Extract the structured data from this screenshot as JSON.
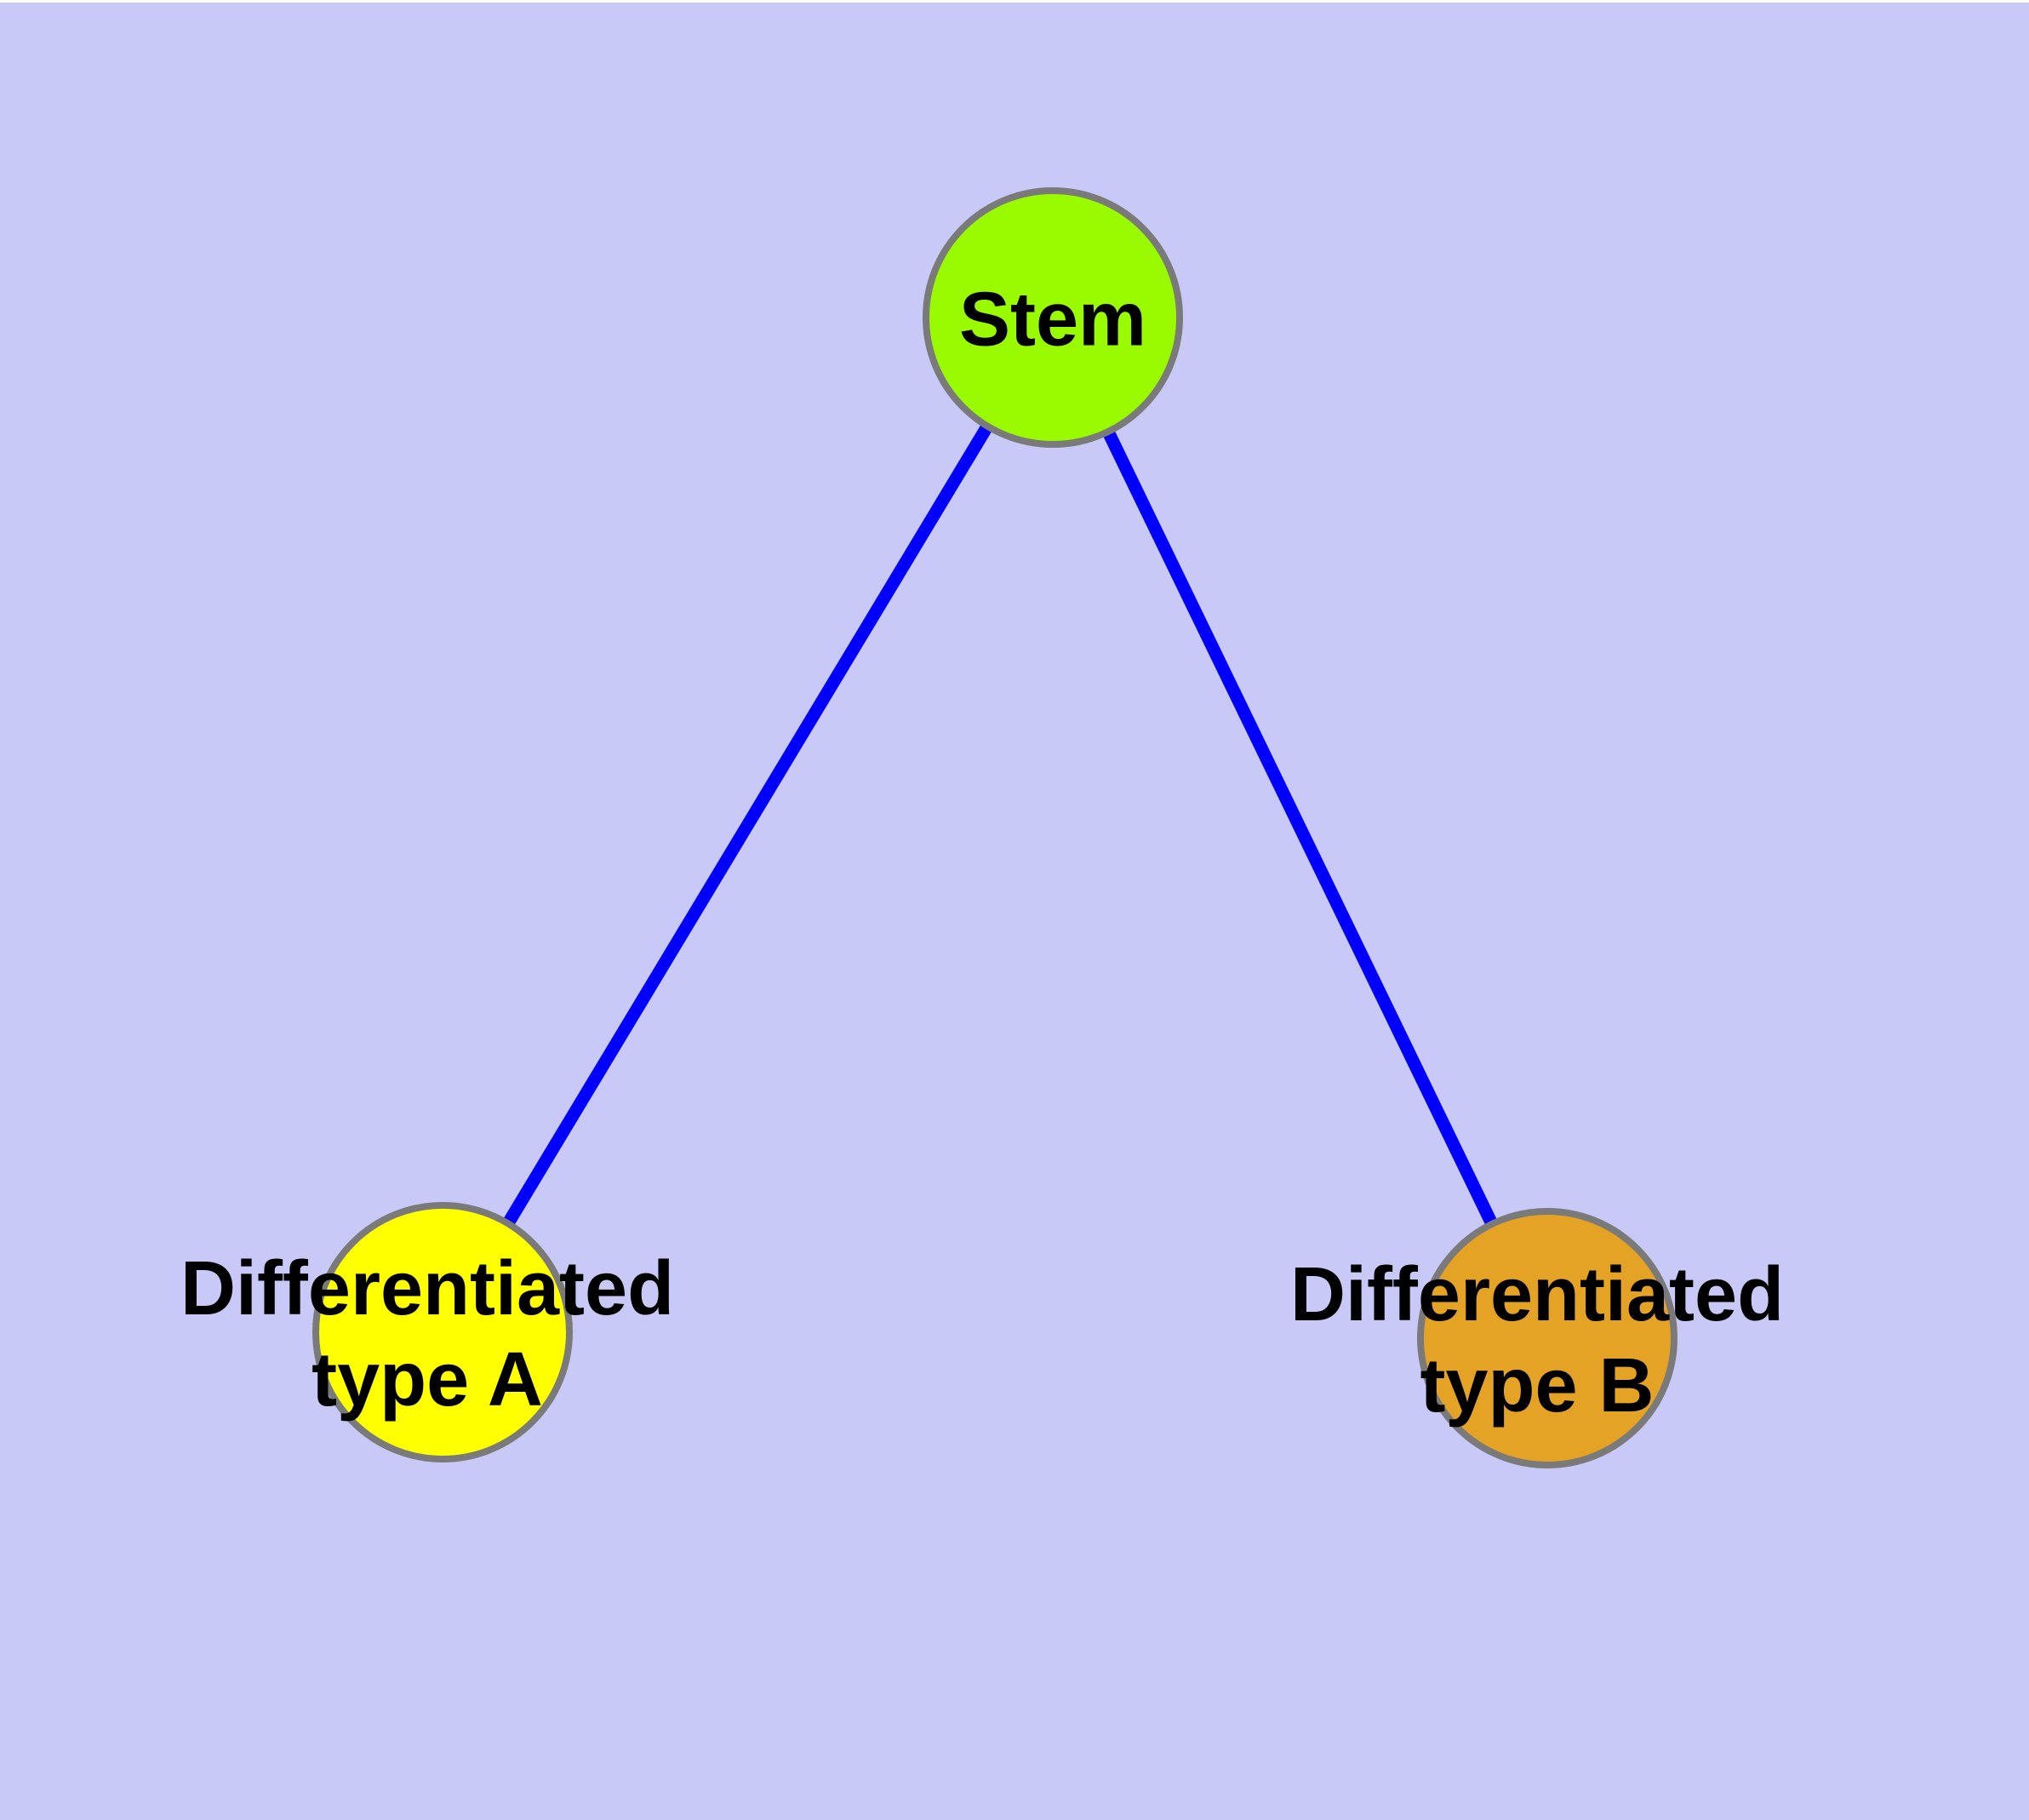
{
  "diagram": {
    "type": "node-link-graph",
    "background_color": "#C9C9F8",
    "top_margin_color": "#FFFFFF",
    "edge_color": "#0101FB",
    "node_border_color": "#7A7A7A",
    "label_color": "#000000",
    "nodes": [
      {
        "id": "stem",
        "label": "Stem",
        "fill": "#9AFA00"
      },
      {
        "id": "diff-a",
        "label_line1": "Differentiated",
        "label_line2": "type A",
        "fill": "#FFFF00"
      },
      {
        "id": "diff-b",
        "label_line1": "Differentiated",
        "label_line2": "type B",
        "fill": "#E5A326"
      }
    ],
    "edges": [
      {
        "from": "Stem",
        "to": "Differentiated type A"
      },
      {
        "from": "Stem",
        "to": "Differentiated type B"
      }
    ]
  }
}
